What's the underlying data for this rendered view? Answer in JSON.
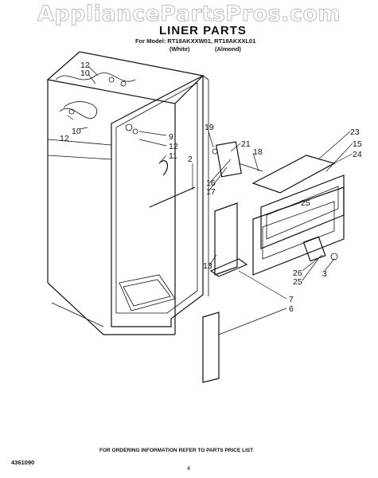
{
  "watermark": "AppliancePartsPros.com",
  "header": {
    "title": "LINER PARTS",
    "models_line": "For Model: RT18AKXXW01, RT18AKXXL01",
    "color_white": "(White)",
    "color_almond": "(Almond)"
  },
  "part_labels": [
    "12",
    "10",
    "12",
    "10",
    "19",
    "9",
    "12",
    "11",
    "21",
    "18",
    "23",
    "15",
    "24",
    "2",
    "16",
    "17",
    "25",
    "26",
    "25",
    "3",
    "13",
    "7",
    "6"
  ],
  "footer": {
    "ordering_note": "FOR ORDERING INFORMATION REFER TO PARTS PRICE LIST",
    "doc_number": "4361090",
    "page_number": "4"
  }
}
